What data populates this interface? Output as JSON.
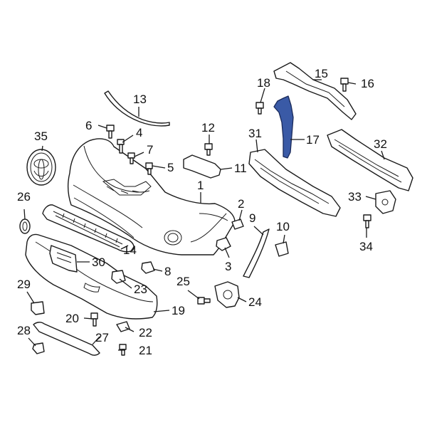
{
  "highlight_color": "#3a5aa6",
  "callouts": {
    "c1": "1",
    "c2": "2",
    "c3": "3",
    "c4": "4",
    "c5": "5",
    "c6": "6",
    "c7": "7",
    "c8": "8",
    "c9": "9",
    "c10": "10",
    "c11": "11",
    "c12": "12",
    "c13": "13",
    "c14": "14",
    "c15": "15",
    "c16": "16",
    "c17": "17",
    "c18": "18",
    "c19": "19",
    "c20": "20",
    "c21": "21",
    "c22": "22",
    "c23": "23",
    "c24": "24",
    "c25": "25",
    "c26": "26",
    "c27": "27",
    "c28": "28",
    "c29": "29",
    "c30": "30",
    "c31": "31",
    "c32": "32",
    "c33": "33",
    "c34": "34",
    "c35": "35"
  },
  "highlighted_part": "17"
}
